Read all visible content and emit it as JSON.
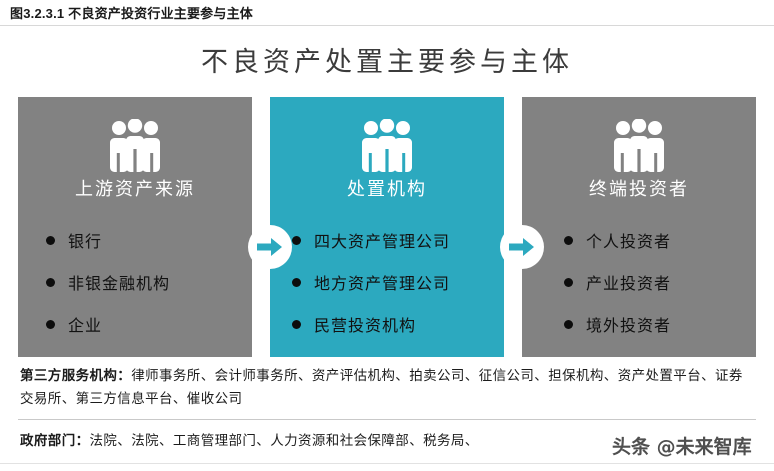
{
  "figure": {
    "caption": "图3.2.3.1 不良资产投资行业主要参与主体",
    "title": "不良资产处置主要参与主体"
  },
  "colors": {
    "panel_gray": "#828282",
    "panel_teal": "#2ca9bf",
    "arrow_teal": "#2ca9bf",
    "panel_text": "#ffffff",
    "list_text": "#111111"
  },
  "panels": [
    {
      "id": "upstream",
      "icon": "three-people-icon",
      "heading": "上游资产来源",
      "items": [
        "银行",
        "非银金融机构",
        "企业"
      ]
    },
    {
      "id": "disposal",
      "icon": "three-people-icon",
      "heading": "处置机构",
      "items": [
        "四大资产管理公司",
        "地方资产管理公司",
        "民营投资机构"
      ]
    },
    {
      "id": "investors",
      "icon": "three-people-icon",
      "heading": "终端投资者",
      "items": [
        "个人投资者",
        "产业投资者",
        "境外投资者"
      ]
    }
  ],
  "connectors": [
    {
      "id": "arrow-upstream-to-disposal",
      "icon": "arrow-right-icon"
    },
    {
      "id": "arrow-disposal-to-investors",
      "icon": "arrow-right-icon"
    }
  ],
  "notes": [
    {
      "id": "third-party-services",
      "label": "第三方服务机构：",
      "body": "律师事务所、会计师事务所、资产评估机构、拍卖公司、征信公司、担保机构、资产处置平台、证券交易所、第三方信息平台、催收公司"
    },
    {
      "id": "government-departments",
      "label": "政府部门：",
      "body": "法院、法院、工商管理部门、人力资源和社会保障部、税务局、"
    }
  ],
  "watermark": {
    "text": "头条 @未来智库"
  }
}
